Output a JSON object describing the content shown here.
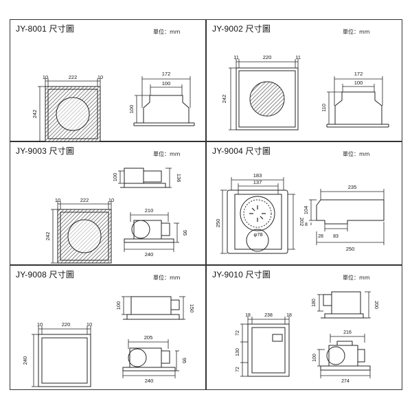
{
  "panels": {
    "p1": {
      "title": "JY-8001 尺寸圖",
      "unit": "單位：mm",
      "dims": {
        "a": "10",
        "b": "222",
        "c": "10",
        "h": "242",
        "w1": "172",
        "w2": "100",
        "h2": "100"
      }
    },
    "p2": {
      "title": "JY-9002 尺寸圖",
      "unit": "單位：mm",
      "dims": {
        "a": "11",
        "b": "220",
        "c": "11",
        "h": "242",
        "w1": "172",
        "w2": "100",
        "h2": "110"
      }
    },
    "p3": {
      "title": "JY-9003 尺寸圖",
      "unit": "單位：mm",
      "dims": {
        "a": "10",
        "b": "222",
        "c": "10",
        "h": "242",
        "sh1": "100",
        "sh2": "136",
        "fw": "210",
        "fh": "95",
        "fb": "240"
      }
    },
    "p4": {
      "title": "JY-9004 尺寸圖",
      "unit": "單位：mm",
      "dims": {
        "w1": "183",
        "w2": "137",
        "h1": "250",
        "h2": "202",
        "d": "φ78",
        "sw": "235",
        "sh": "104",
        "s8": "8",
        "s28": "28",
        "s83": "83",
        "sb": "250"
      }
    },
    "p5": {
      "title": "JY-9008 尺寸圖",
      "unit": "單位：mm",
      "dims": {
        "a": "10",
        "b": "220",
        "c": "10",
        "h": "240",
        "sh1": "100",
        "sh2": "150",
        "fw": "205",
        "fh": "95",
        "fb": "240"
      }
    },
    "p6": {
      "title": "JY-9010 尺寸圖",
      "unit": "單位：mm",
      "dims": {
        "a": "18",
        "b": "238",
        "c": "18",
        "v1": "72",
        "v2": "130",
        "v3": "72",
        "sh1": "180",
        "sh2": "200",
        "fw": "216",
        "fh": "100",
        "fb": "274"
      }
    }
  }
}
